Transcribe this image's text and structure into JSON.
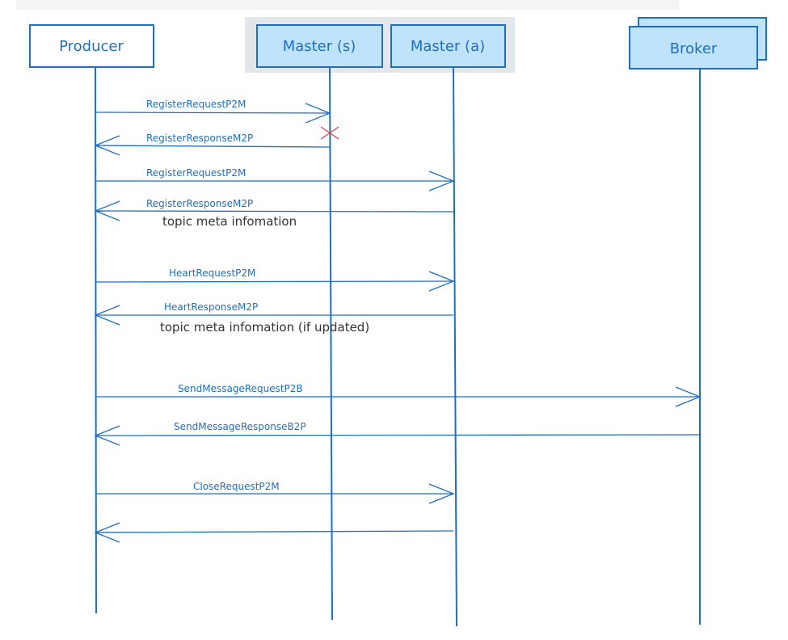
{
  "actors": {
    "producer": "Producer",
    "master_s": "Master (s)",
    "master_a": "Master (a)",
    "broker": "Broker"
  },
  "messages": [
    {
      "label": "RegisterRequestP2M"
    },
    {
      "label": "RegisterResponseM2P"
    },
    {
      "label": "RegisterRequestP2M"
    },
    {
      "label": "RegisterResponseM2P"
    },
    {
      "label": "HeartRequestP2M"
    },
    {
      "label": "HeartResponseM2P"
    },
    {
      "label": "SendMessageRequestP2B"
    },
    {
      "label": "SendMessageResponseB2P"
    },
    {
      "label": "CloseRequestP2M"
    },
    {
      "label": ""
    }
  ],
  "notes": {
    "register_response": "topic meta infomation",
    "heart_response": "topic meta infomation (if updated)"
  },
  "colors": {
    "line": "#1f6fbf",
    "master_fill": "#bfe3fb",
    "master_group_bg": "#e3e6ea",
    "broker_fill": "#bfe3fb",
    "fail_mark": "#e53946"
  }
}
